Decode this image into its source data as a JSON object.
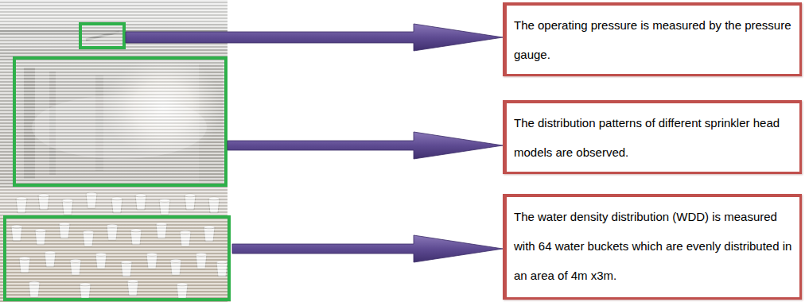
{
  "diagram": {
    "nodes": [
      {
        "text": [
          "The operating pressure is measured by the pressure gauge."
        ]
      },
      {
        "text": [
          "The distribution patterns of different sprinkler head models are observed."
        ]
      },
      {
        "text": [
          "The water density distribution (WDD) is measured with 64 water buckets which are evenly distributed in an area of 4m x3m."
        ]
      }
    ]
  }
}
